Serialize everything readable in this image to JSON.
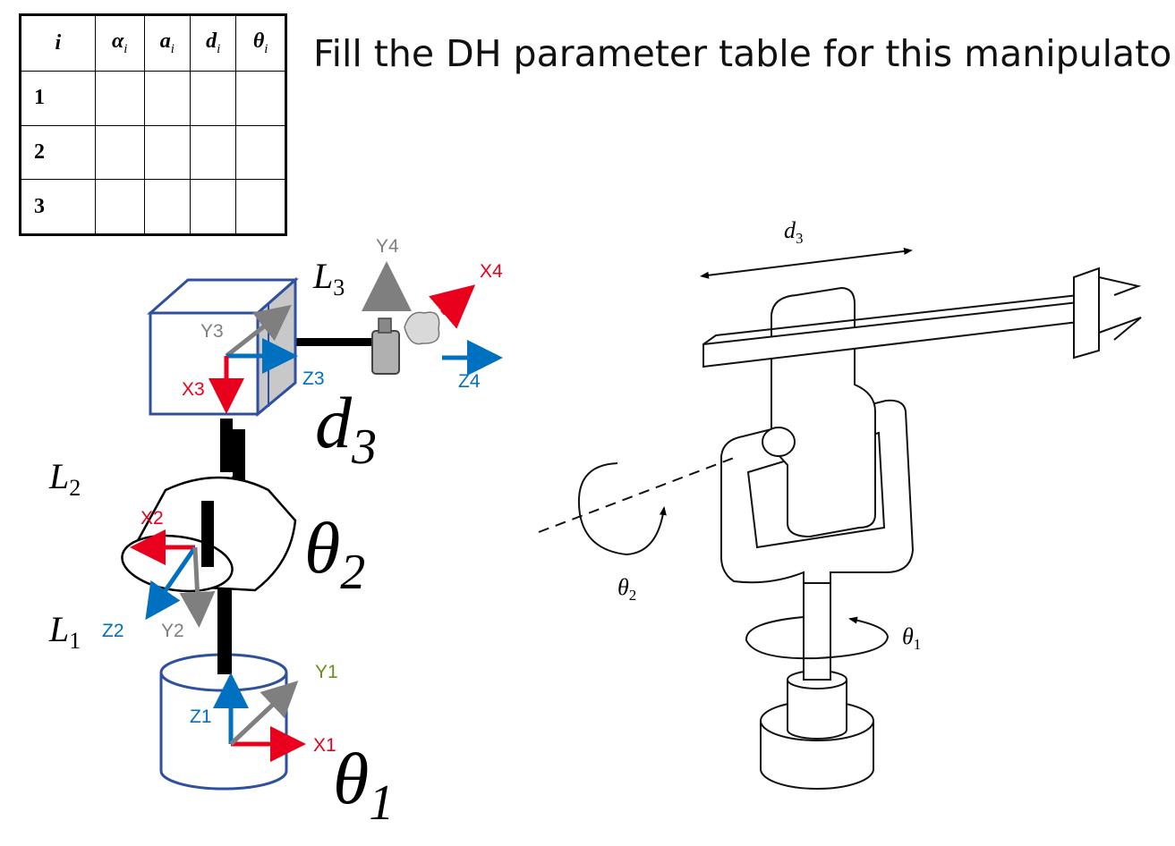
{
  "table": {
    "headers": [
      {
        "sym": "i",
        "sub": ""
      },
      {
        "sym": "α",
        "sub": "i"
      },
      {
        "sym": "a",
        "sub": "i"
      },
      {
        "sym": "d",
        "sub": "i"
      },
      {
        "sym": "θ",
        "sub": "i"
      }
    ],
    "rows": [
      "1",
      "2",
      "3"
    ]
  },
  "prompt": "Fill the DH parameter table for this manipulator",
  "left_diagram": {
    "axes": {
      "y4": "Y4",
      "x4": "X4",
      "z4": "Z4",
      "y3": "Y3",
      "x3": "X3",
      "z3": "Z3",
      "x2": "X2",
      "z2": "Z2",
      "y2": "Y2",
      "y1": "Y1",
      "z1": "Z1",
      "x1": "X1"
    },
    "links": {
      "l3": "L",
      "l3_sub": "3",
      "l2": "L",
      "l2_sub": "2",
      "l1": "L",
      "l1_sub": "1"
    },
    "joints": {
      "d3": "d",
      "d3_sub": "3",
      "theta2": "θ",
      "theta2_sub": "2",
      "theta1": "θ",
      "theta1_sub": "1"
    },
    "colors": {
      "x": "#e8001c",
      "y": "#7f7f7f",
      "z": "#0070c0",
      "body": "#2f4f9f",
      "y1_label": "#6b8e23"
    }
  },
  "right_figure": {
    "d3": "d",
    "d3_sub": "3",
    "theta2": "θ",
    "theta2_sub": "2",
    "theta1": "θ",
    "theta1_sub": "1"
  }
}
